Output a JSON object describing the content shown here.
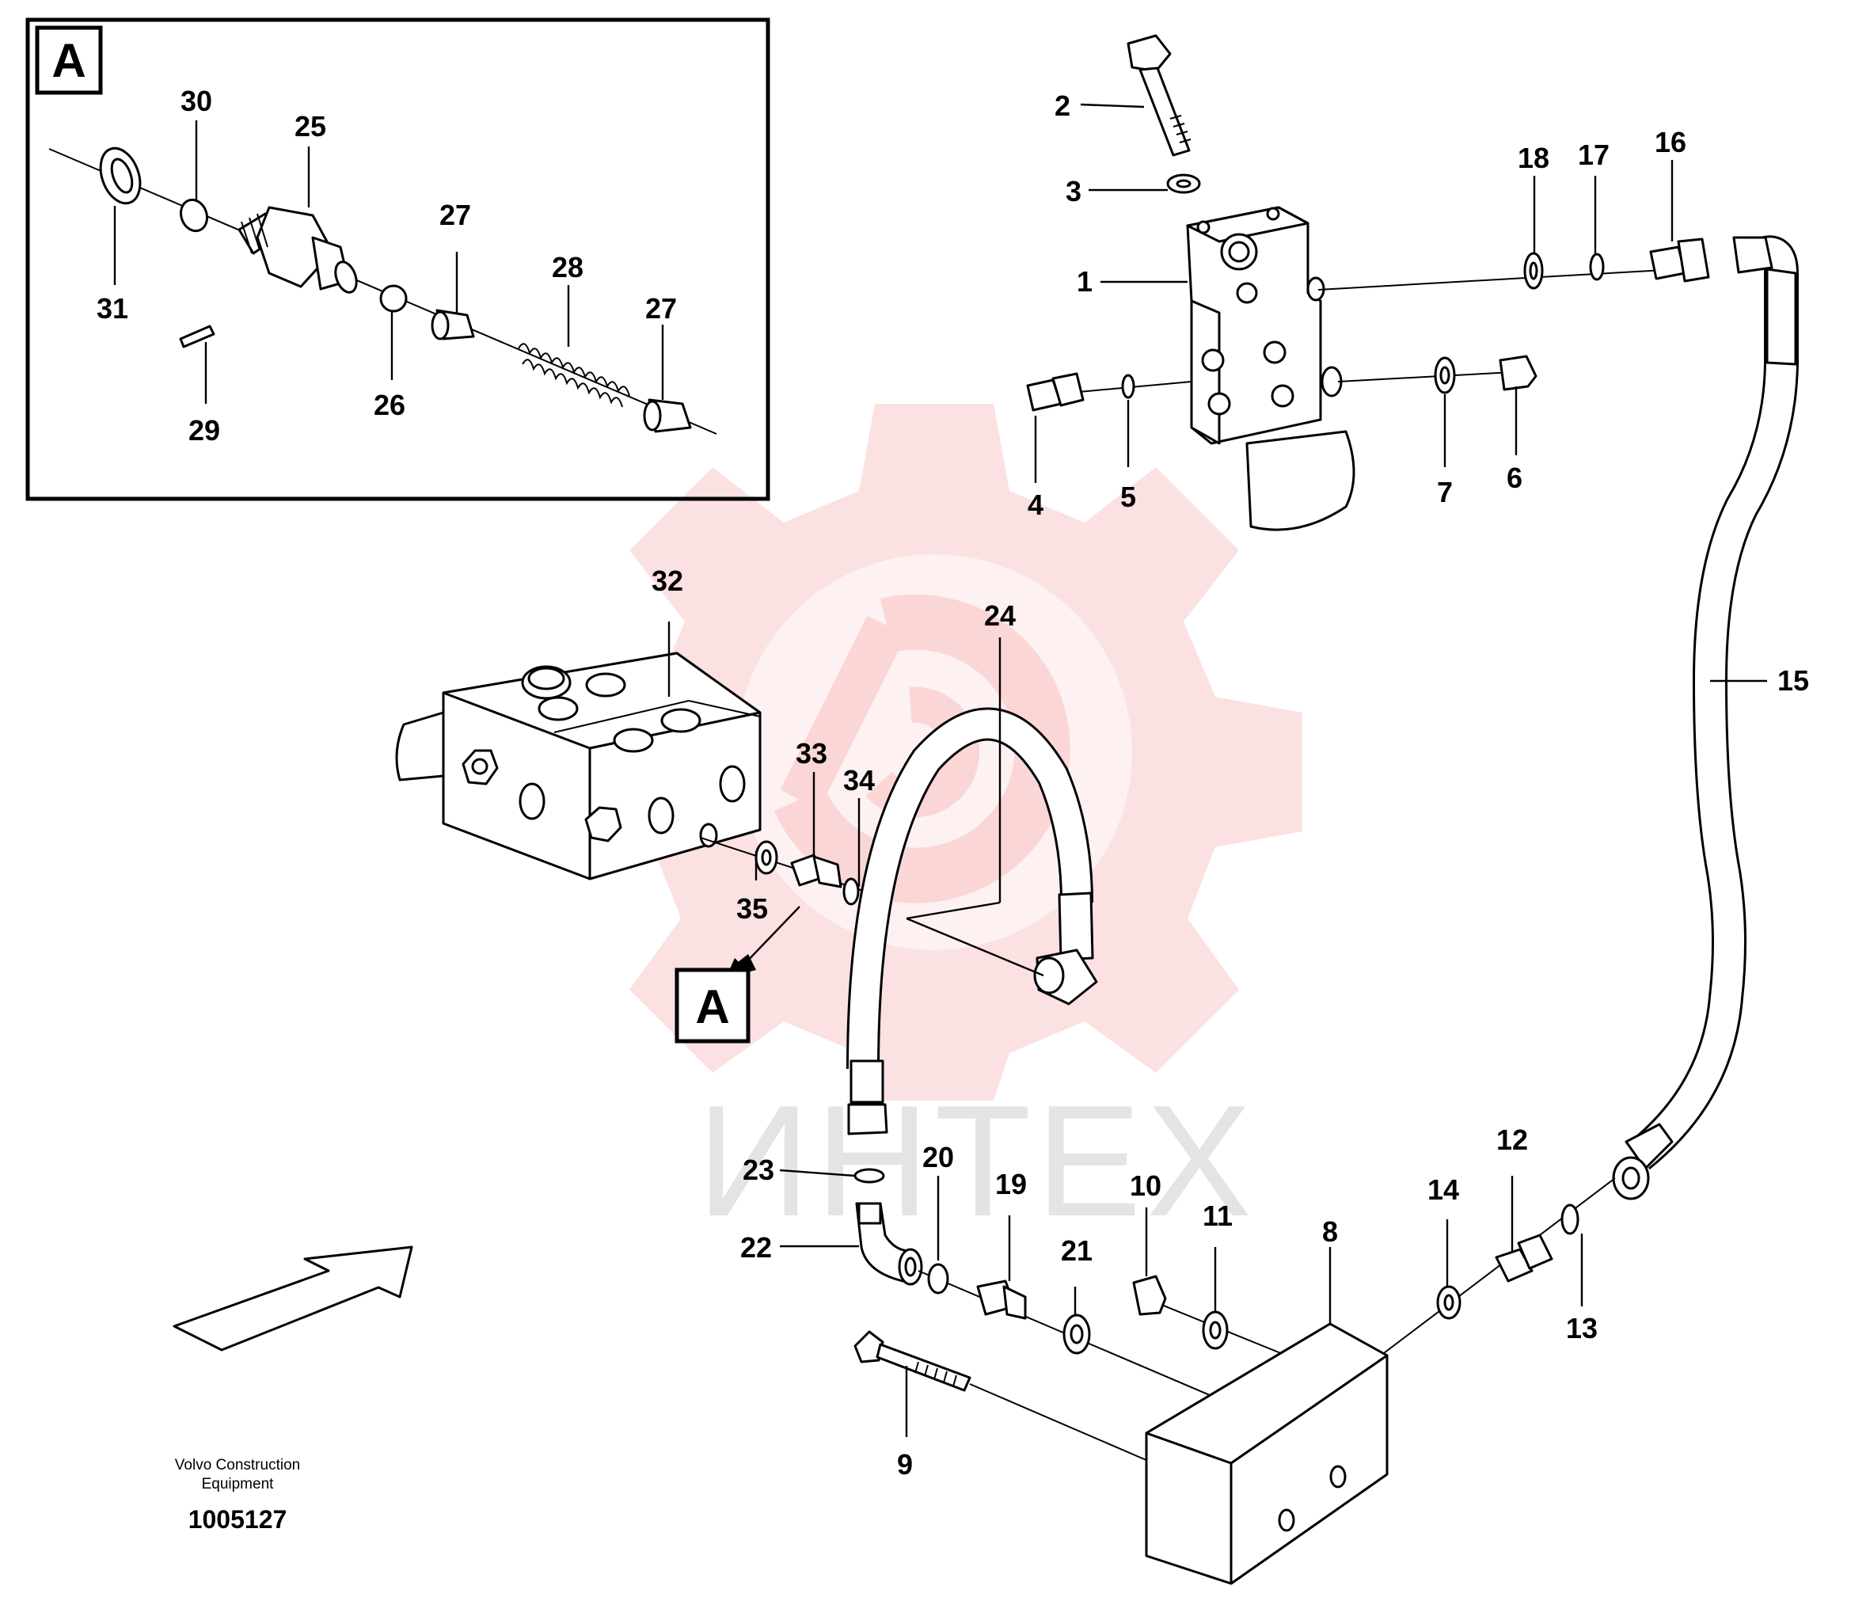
{
  "detail_box": {
    "letter": "A"
  },
  "callout_box": {
    "letter": "A"
  },
  "footer": {
    "company_line1": "Volvo Construction",
    "company_line2": "Equipment",
    "drawing_number": "1005127"
  },
  "watermark": {
    "text": "ИНТЕХ"
  },
  "labels": {
    "p1": "1",
    "p2": "2",
    "p3": "3",
    "p4": "4",
    "p5": "5",
    "p6": "6",
    "p7": "7",
    "p8": "8",
    "p9": "9",
    "p10": "10",
    "p11": "11",
    "p12": "12",
    "p13": "13",
    "p14": "14",
    "p15": "15",
    "p16": "16",
    "p17": "17",
    "p18": "18",
    "p19": "19",
    "p20": "20",
    "p21": "21",
    "p22": "22",
    "p23": "23",
    "p24": "24",
    "p25": "25",
    "p26": "26",
    "p27a": "27",
    "p27b": "27",
    "p28": "28",
    "p29": "29",
    "p30": "30",
    "p31": "31",
    "p32": "32",
    "p33": "33",
    "p34": "34",
    "p35": "35"
  }
}
